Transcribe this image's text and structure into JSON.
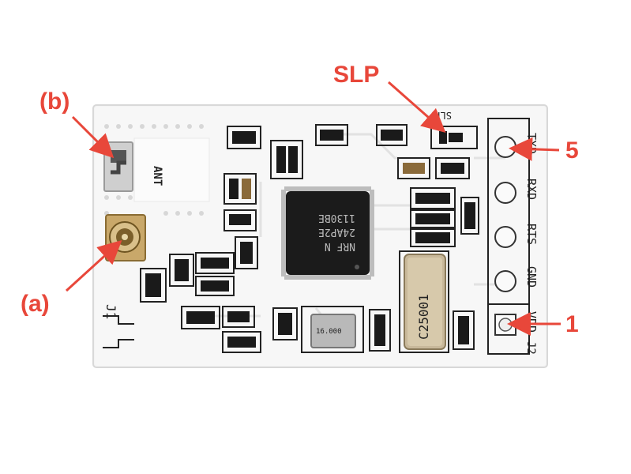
{
  "callouts": {
    "a": "(a)",
    "b": "(b)",
    "slp": "SLP",
    "pin5": "5",
    "pin1": "1"
  },
  "silkscreen": {
    "ant": "ANT",
    "slp": "SLP",
    "j1": "J1",
    "j2": "J2",
    "pins": [
      "TXD",
      "RXD",
      "RTS",
      "GND",
      "VDD"
    ]
  },
  "chip": {
    "line1": "NRF N",
    "line2": "24AP2E",
    "line3": "1130BE"
  },
  "crystal_large": "C25001",
  "crystal_small": "16.000",
  "colors": {
    "callout": "#e8473a",
    "board": "#f4f4f4",
    "component": "#1a1a1a"
  }
}
